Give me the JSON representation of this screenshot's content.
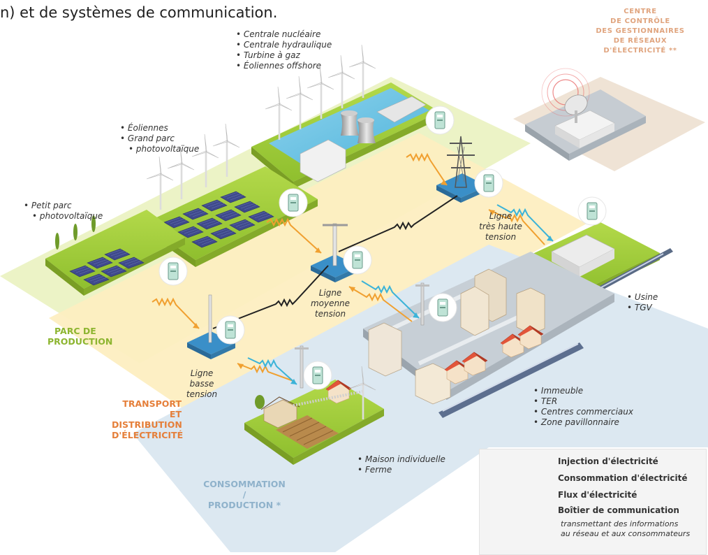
{
  "header_text": "n) et de systèmes de communication.",
  "control_center": {
    "lines": [
      "CENTRE",
      "DE CONTRÔLE",
      "DES GESTIONNAIRES",
      "DE RÉSEAUX",
      "D'ÉLECTRICITÉ **"
    ]
  },
  "big_production": [
    "Centrale nucléaire",
    "Centrale hydraulique",
    "Turbine à gaz",
    "Éoliennes offshore"
  ],
  "medium_production": [
    "Éoliennes",
    "Grand parc",
    "photovoltaïque"
  ],
  "small_production": [
    "Petit parc",
    "photovoltaïque"
  ],
  "line_labels": {
    "very_high": [
      "Ligne",
      "très haute",
      "tension"
    ],
    "medium": [
      "Ligne",
      "moyenne",
      "tension"
    ],
    "low": [
      "Ligne",
      "basse",
      "tension"
    ]
  },
  "zones": {
    "production": [
      "PARC DE",
      "PRODUCTION"
    ],
    "transport": [
      "TRANSPORT ET",
      "DISTRIBUTION",
      "D'ÉLECTRICITÉ"
    ],
    "consumption": [
      "CONSOMMATION",
      "/",
      "PRODUCTION *"
    ]
  },
  "factory": [
    "Usine",
    "TGV"
  ],
  "city": [
    "Immeuble",
    "TER",
    "Centres commerciaux",
    "Zone pavillonnaire"
  ],
  "farm": [
    "Maison individuelle",
    "Ferme"
  ],
  "legend": {
    "injection": "Injection d'électricité",
    "consumption": "Consommation d'électricité",
    "flux": "Flux d'électricité",
    "box_title": "Boîtier de communication",
    "box_desc_1": "transmettant des informations",
    "box_desc_2": "au réseau et aux consommateurs"
  },
  "colors": {
    "injection": "#f0a030",
    "consumption": "#3bb3d8",
    "flux": "#2a2a2a",
    "production_zone": "#ecf3c6",
    "transport_zone": "#fdeec1",
    "consumption_zone": "#dce8f1",
    "grass": "#9ccc3a",
    "zone_production_text": "#8db530",
    "zone_transport_text": "#e57f3a",
    "zone_consumption_text": "#8fb2cb"
  }
}
